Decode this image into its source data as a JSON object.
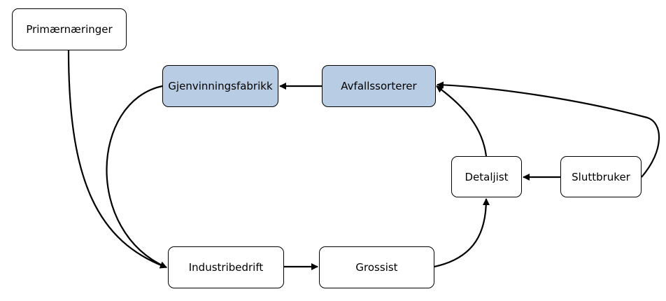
{
  "diagram": {
    "nodes": {
      "primaer": {
        "label": "Primærnæringer",
        "fill": "#ffffff"
      },
      "gjenvinning": {
        "label": "Gjenvinningsfabrikk",
        "fill": "#b8cce4"
      },
      "avfall": {
        "label": "Avfallssorterer",
        "fill": "#b8cce4"
      },
      "detaljist": {
        "label": "Detaljist",
        "fill": "#ffffff"
      },
      "slutt": {
        "label": "Sluttbruker",
        "fill": "#ffffff"
      },
      "industri": {
        "label": "Industribedrift",
        "fill": "#ffffff"
      },
      "grossist": {
        "label": "Grossist",
        "fill": "#ffffff"
      }
    },
    "edges": [
      {
        "from": "Primærnæringer",
        "to": "Industribedrift"
      },
      {
        "from": "Gjenvinningsfabrikk",
        "to": "Industribedrift"
      },
      {
        "from": "Avfallssorterer",
        "to": "Gjenvinningsfabrikk"
      },
      {
        "from": "Industribedrift",
        "to": "Grossist"
      },
      {
        "from": "Grossist",
        "to": "Detaljist"
      },
      {
        "from": "Detaljist",
        "to": "Avfallssorterer"
      },
      {
        "from": "Sluttbruker",
        "to": "Detaljist"
      },
      {
        "from": "Sluttbruker",
        "to": "Avfallssorterer"
      }
    ],
    "line_color": "#000000"
  }
}
